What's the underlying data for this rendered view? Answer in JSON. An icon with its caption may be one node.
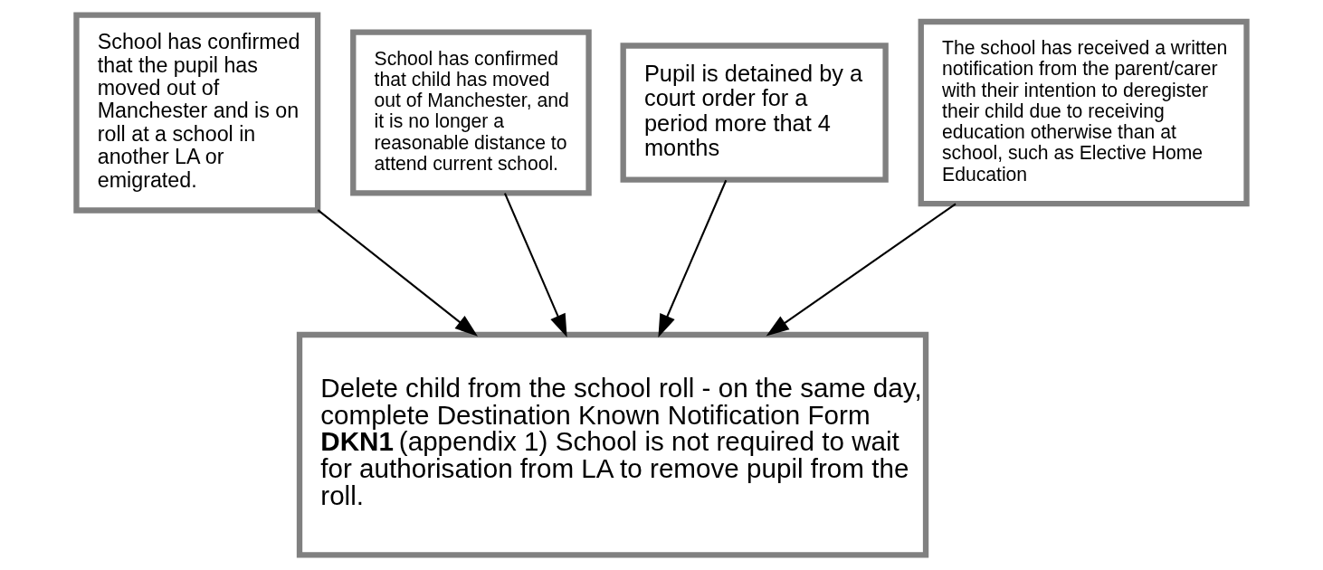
{
  "diagram": {
    "nodes": [
      {
        "text": [
          "School has confirmed that the pupil has moved out of Manchester and is on roll at a school in another LA or emigrated."
        ]
      },
      {
        "text": [
          "School has confirmed that child has moved out of Manchester, and it is no longer a reasonable distance to attend current school."
        ]
      },
      {
        "text": [
          "Pupil is detained by a court order for a period more that 4 months"
        ]
      },
      {
        "text": [
          "The school has received a written notification from the parent/carer with their intention to deregister their child due to receiving education otherwise than at school, such as Elective Home Education"
        ]
      },
      {
        "text": [
          "Delete child from the school roll - on the same day, complete Destination Known Notification Form **DKN1** (appendix 1) School is not required to wait for authorisation from LA to remove pupil from the roll."
        ]
      }
    ],
    "edges": [
      {
        "from": 0,
        "to": 4,
        "arrow": "to"
      },
      {
        "from": 1,
        "to": 4,
        "arrow": "to"
      },
      {
        "from": 2,
        "to": 4,
        "arrow": "to"
      },
      {
        "from": 3,
        "to": 4,
        "arrow": "to"
      }
    ]
  }
}
